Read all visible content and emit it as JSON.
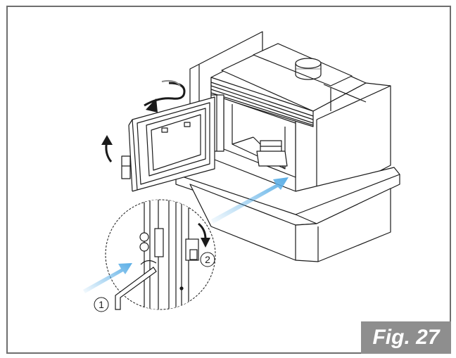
{
  "figure": {
    "label": "Fig. 27",
    "label_bg": "#8e8e8e",
    "label_fg": "#ffffff"
  },
  "callouts": [
    {
      "number": "1"
    },
    {
      "number": "2"
    }
  ],
  "colors": {
    "line": "#1a1a1a",
    "frame": "#6e6e6e",
    "arrow_blue": "#5aaee6",
    "arrow_dark": "#1a1a1a"
  },
  "icons": [
    "rotate-arrow-icon",
    "lift-arrow-icon",
    "insert-arrow-icon",
    "turn-arrow-icon"
  ]
}
